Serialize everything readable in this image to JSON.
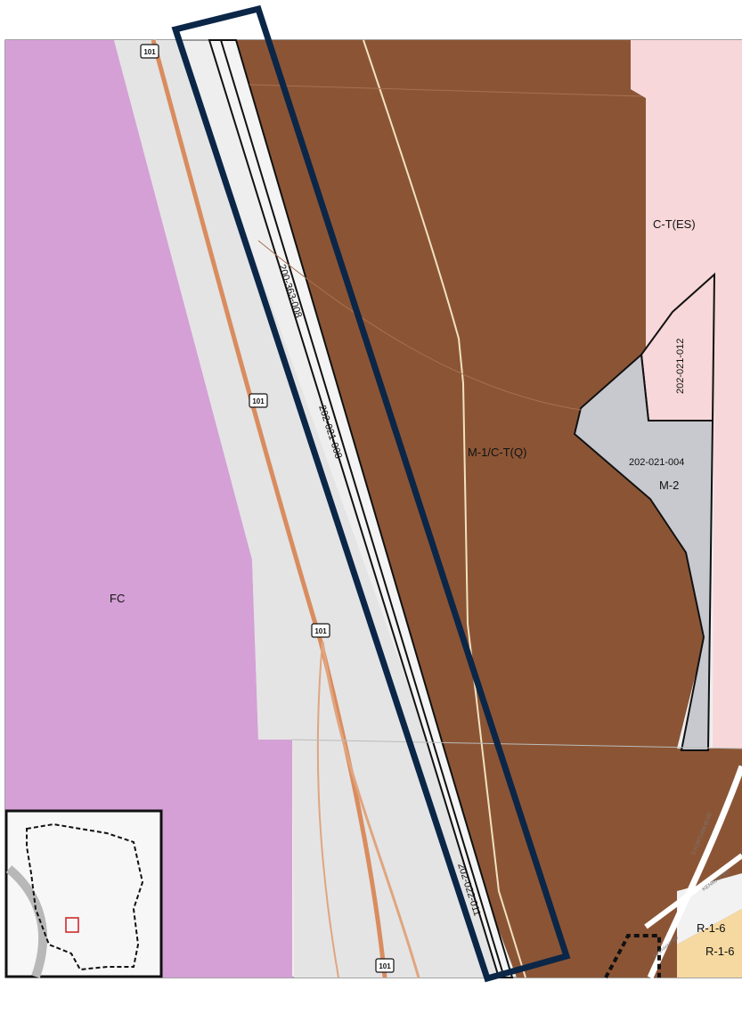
{
  "zones": {
    "fc": "FC",
    "m1_ct_q": "M-1/C-T(Q)",
    "ct_es": "C-T(ES)",
    "m2": "M-2",
    "r16_a": "R-1-6",
    "r16_b": "R-1-6"
  },
  "parcels": {
    "p1": "200-363-008",
    "p2": "202-021-008",
    "p3": "202-022-011",
    "p4": "202-021-012",
    "p5": "202-021-004"
  },
  "highway_shields": [
    "101",
    "101",
    "101",
    "101"
  ],
  "streets": {
    "fortuna_blvd": "S FORTUNA BLVD",
    "kenmar_rd": "KENMAR RD",
    "kenmar_rd_2": "S KENMAR RD"
  },
  "colors": {
    "fc_zone": "#d4a0d6",
    "m1_zone": "#8b5535",
    "ct_es_zone": "#f7d7d9",
    "m2_zone": "#c8c9cf",
    "r16_zone": "#f6d9a0",
    "highway": "#d98c5f",
    "highlight_box": "#0b2647"
  }
}
